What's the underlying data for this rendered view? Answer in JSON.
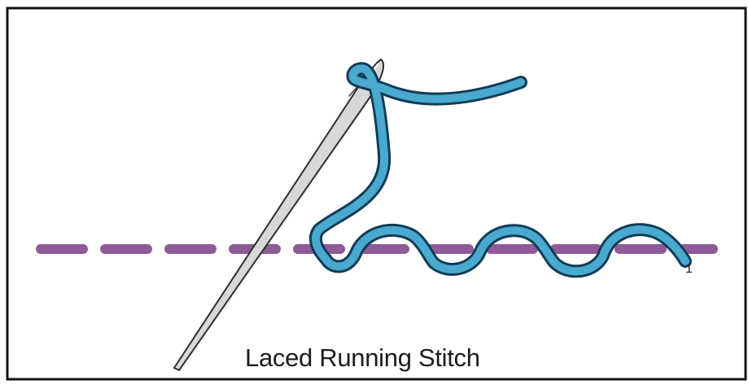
{
  "diagram": {
    "caption": "Laced Running Stitch",
    "stitch_marker": "1",
    "colors": {
      "thread": "#49A9CF",
      "thread_outline": "#123C56",
      "running_stitch": "#8F5A98",
      "needle_fill": "#d8d8d8",
      "needle_outline": "#2e2e2e",
      "border": "#111111",
      "background": "#ffffff"
    },
    "elements": {
      "needle": "needle-icon",
      "thread": "thread-icon",
      "running_stitch": "dashed-running-stitch"
    }
  }
}
